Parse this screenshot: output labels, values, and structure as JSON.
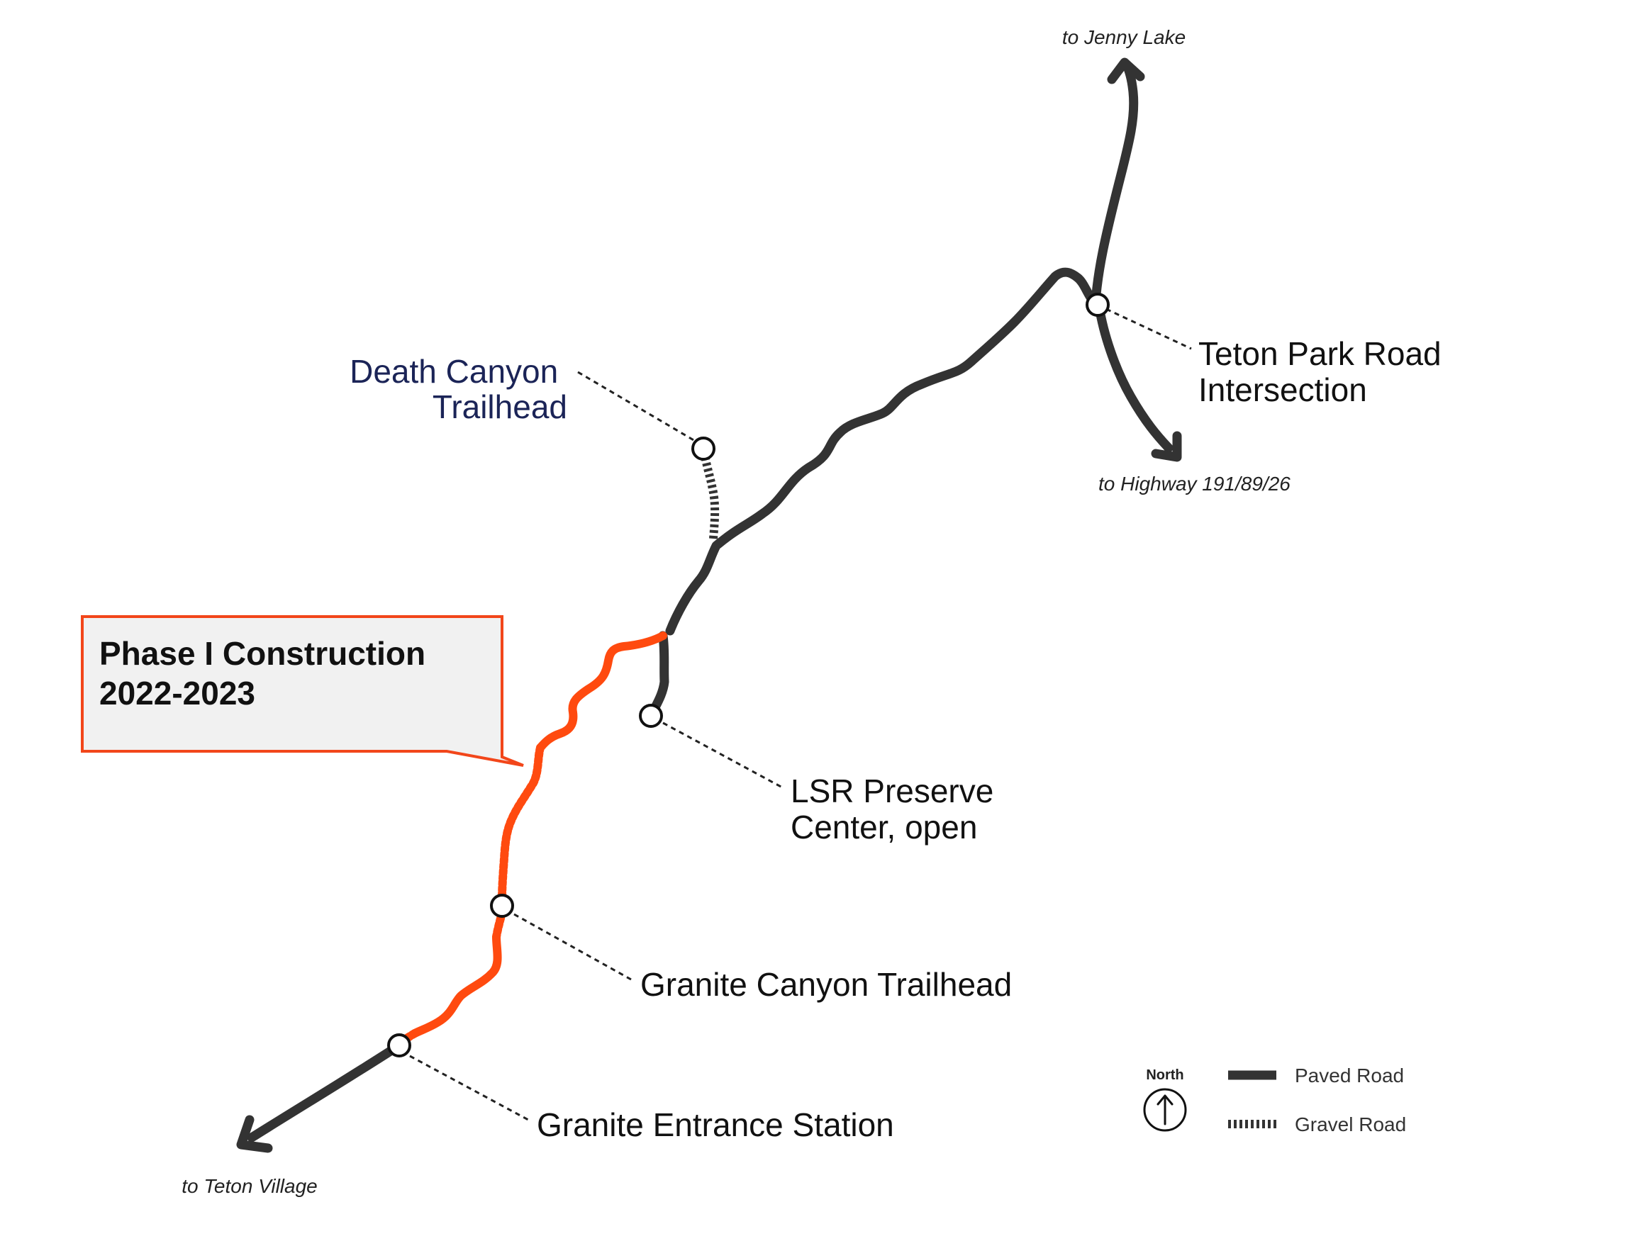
{
  "colors": {
    "paved_road": "#333333",
    "gravel_road": "#333333",
    "construction": "#ff4a0f",
    "callout_border": "#f2461a",
    "callout_fill": "#f1f1f1",
    "trailhead_label": "#1b2457",
    "stop_fill": "#ffffff"
  },
  "directions": {
    "north": "to Jenny Lake",
    "east": "to Highway 191/89/26",
    "south": "to Teton Village"
  },
  "places": {
    "teton_park_road": [
      "Teton Park Road",
      "Intersection"
    ],
    "death_canyon": [
      "Death Canyon",
      "Trailhead"
    ],
    "lsr_preserve": [
      "LSR Preserve",
      "Center, open"
    ],
    "granite_canyon": [
      "Granite Canyon Trailhead"
    ],
    "granite_entrance": [
      "Granite Entrance Station"
    ]
  },
  "callout": {
    "line1": "Phase I Construction",
    "line2": "2022-2023"
  },
  "legend": {
    "north_label": "North",
    "north_icon": "north-arrow-icon",
    "paved": "Paved Road",
    "gravel": "Gravel Road"
  }
}
